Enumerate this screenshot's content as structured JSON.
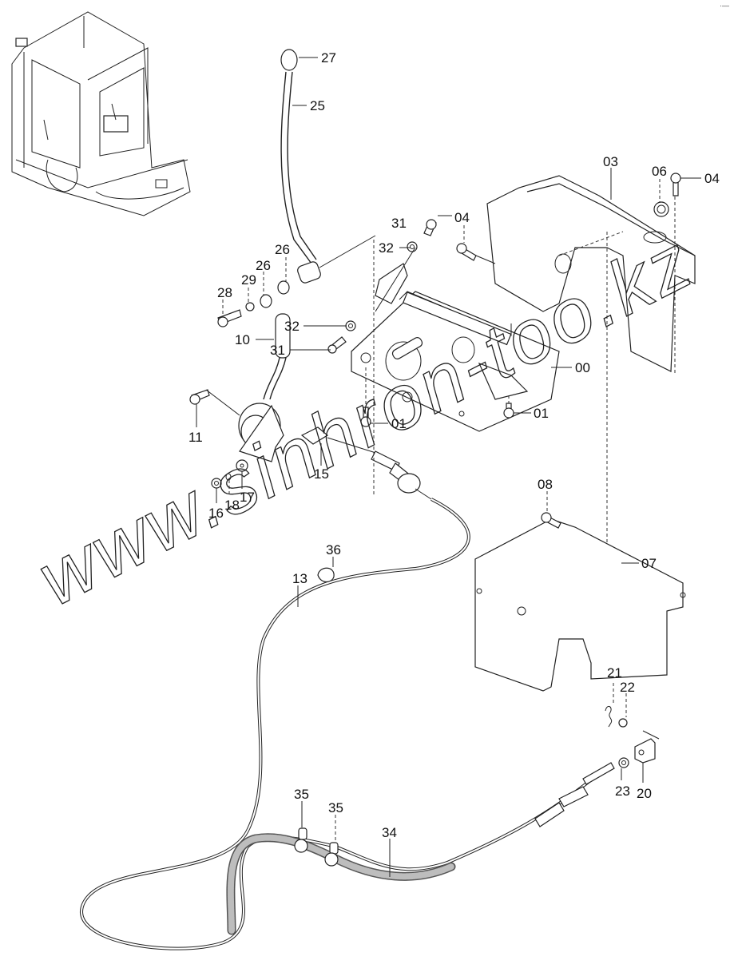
{
  "diagram": {
    "type": "exploded-parts-diagram",
    "subject": "excavator control lever and cable assembly",
    "watermark": "www.sinhron-too.kz",
    "corner_mark": "·—",
    "inset": {
      "name": "excavator cab overview"
    },
    "callouts": [
      {
        "id": "27",
        "label": "27",
        "part": "lever knob"
      },
      {
        "id": "25",
        "label": "25",
        "part": "lever rod"
      },
      {
        "id": "26a",
        "label": "26",
        "part": "bushing"
      },
      {
        "id": "26b",
        "label": "26",
        "part": "bushing"
      },
      {
        "id": "29",
        "label": "29",
        "part": "washer"
      },
      {
        "id": "28",
        "label": "28",
        "part": "bolt"
      },
      {
        "id": "10",
        "label": "10",
        "part": "lever"
      },
      {
        "id": "31a",
        "label": "31",
        "part": "bolt"
      },
      {
        "id": "32a",
        "label": "32",
        "part": "nut"
      },
      {
        "id": "32b",
        "label": "32",
        "part": "nut"
      },
      {
        "id": "31b",
        "label": "31",
        "part": "bolt"
      },
      {
        "id": "04a",
        "label": "04",
        "part": "bolt"
      },
      {
        "id": "03",
        "label": "03",
        "part": "cover"
      },
      {
        "id": "06",
        "label": "06",
        "part": "grommet"
      },
      {
        "id": "04b",
        "label": "04",
        "part": "bolt"
      },
      {
        "id": "00",
        "label": "00",
        "part": "bracket"
      },
      {
        "id": "01a",
        "label": "01",
        "part": "bolt"
      },
      {
        "id": "01b",
        "label": "01",
        "part": "bolt"
      },
      {
        "id": "11",
        "label": "11",
        "part": "bolt"
      },
      {
        "id": "15",
        "label": "15",
        "part": "rod end"
      },
      {
        "id": "16",
        "label": "16",
        "part": "nut"
      },
      {
        "id": "18",
        "label": "18",
        "part": "spring washer"
      },
      {
        "id": "17",
        "label": "17",
        "part": "washer"
      },
      {
        "id": "08",
        "label": "08",
        "part": "bolt"
      },
      {
        "id": "07",
        "label": "07",
        "part": "cover plate"
      },
      {
        "id": "36",
        "label": "36",
        "part": "clamp"
      },
      {
        "id": "13",
        "label": "13",
        "part": "control cable"
      },
      {
        "id": "21",
        "label": "21",
        "part": "snap pin"
      },
      {
        "id": "22",
        "label": "22",
        "part": "washer"
      },
      {
        "id": "20",
        "label": "20",
        "part": "bracket pin"
      },
      {
        "id": "23",
        "label": "23",
        "part": "nut"
      },
      {
        "id": "35a",
        "label": "35",
        "part": "clamp"
      },
      {
        "id": "35b",
        "label": "35",
        "part": "clamp"
      },
      {
        "id": "34",
        "label": "34",
        "part": "protective hose"
      }
    ]
  }
}
